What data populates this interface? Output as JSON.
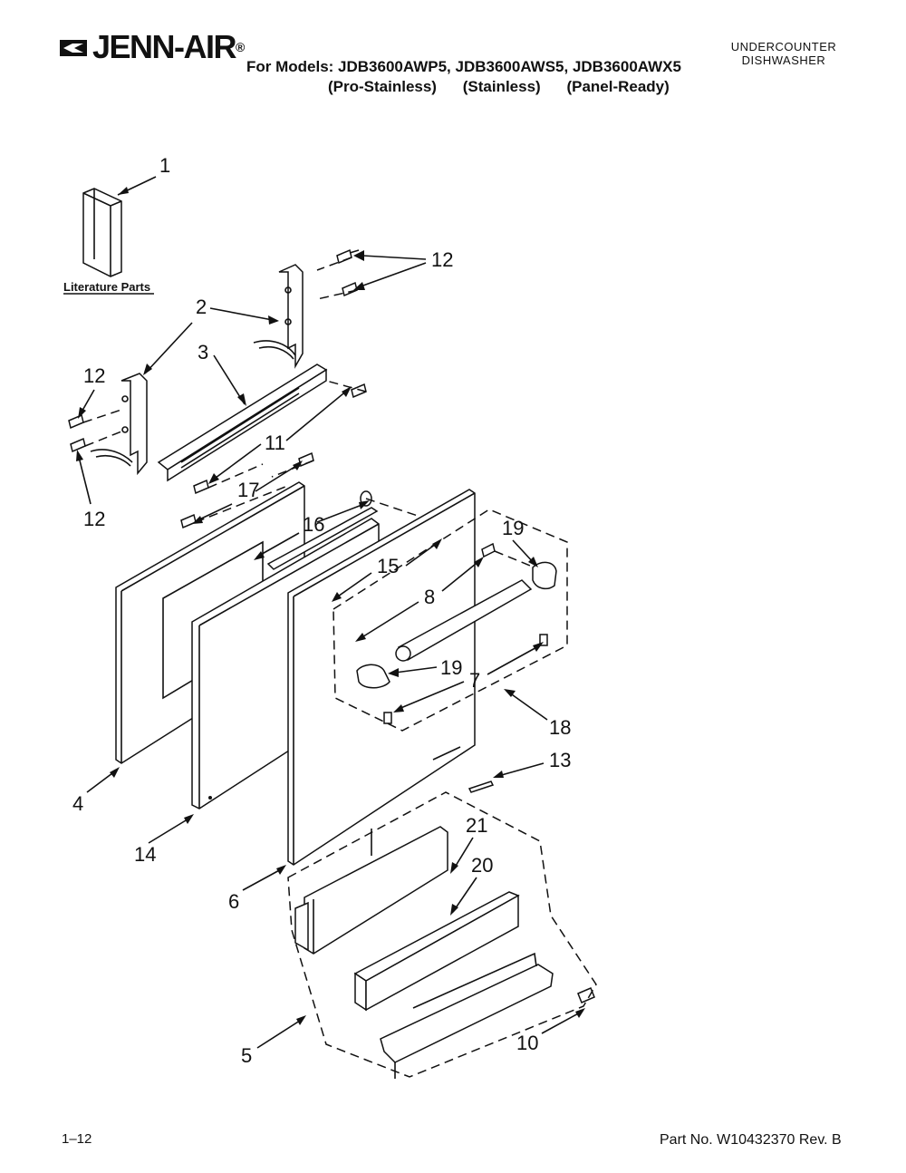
{
  "header": {
    "brand": "JENN-AIR",
    "brand_mark": "®",
    "models_line": "For Models: JDB3600AWP5, JDB3600AWS5, JDB3600AWX5",
    "variants": [
      "(Pro-Stainless)",
      "(Stainless)",
      "(Panel-Ready)"
    ],
    "category_line1": "UNDERCOUNTER",
    "category_line2": "DISHWASHER"
  },
  "diagram": {
    "literature_label": "Literature Parts",
    "callouts": {
      "c1": "1",
      "c2": "2",
      "c3": "3",
      "c4": "4",
      "c5": "5",
      "c6": "6",
      "c7": "7",
      "c8": "8",
      "c10": "10",
      "c11": "11",
      "c12a": "12",
      "c12b": "12",
      "c12c": "12",
      "c13": "13",
      "c14": "14",
      "c15": "15",
      "c16": "16",
      "c17": "17",
      "c18": "18",
      "c19a": "19",
      "c19b": "19",
      "c20": "20",
      "c21": "21"
    }
  },
  "footer": {
    "page_number": "1–12",
    "part_number": "Part No. W10432370 Rev. B"
  }
}
